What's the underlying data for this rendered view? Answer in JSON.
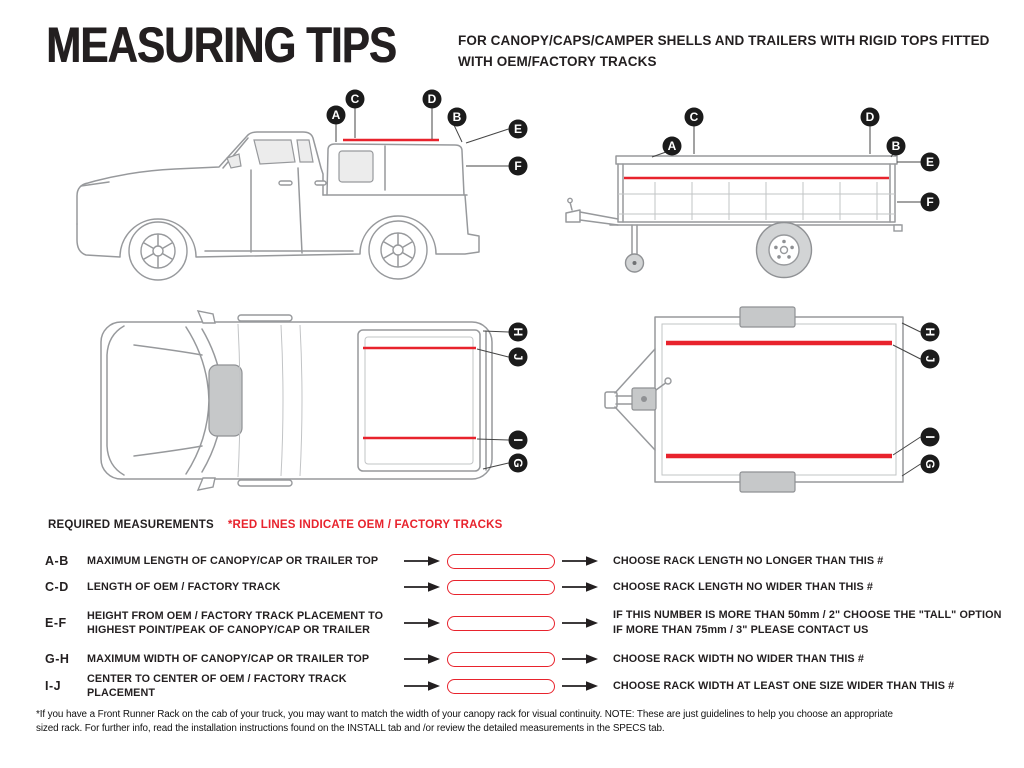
{
  "header": {
    "title": "MEASURING TIPS",
    "subtitle": "FOR CANOPY/CAPS/CAMPER SHELLS AND TRAILERS WITH RIGID TOPS FITTED\nWITH OEM/FACTORY TRACKS"
  },
  "colors": {
    "accent_red": "#e8232d",
    "drawing_gray": "#97999c",
    "text_black": "#231f20"
  },
  "markers": {
    "a": "A",
    "b": "B",
    "c": "C",
    "d": "D",
    "e": "E",
    "f": "F",
    "g": "G",
    "h": "H",
    "i": "I",
    "j": "J"
  },
  "measurements": {
    "heading": "REQUIRED MEASUREMENTS",
    "legend": "*RED LINES INDICATE OEM / FACTORY TRACKS",
    "rows": [
      {
        "key": "A-B",
        "description": "MAXIMUM  LENGTH OF CANOPY/CAP OR TRAILER TOP",
        "result": "CHOOSE RACK LENGTH NO LONGER THAN THIS #"
      },
      {
        "key": "C-D",
        "description": "LENGTH OF OEM / FACTORY TRACK",
        "result": "CHOOSE RACK LENGTH NO WIDER THAN THIS #"
      },
      {
        "key": "E-F",
        "description": "HEIGHT FROM OEM / FACTORY TRACK PLACEMENT TO\nHIGHEST POINT/PEAK OF CANOPY/CAP OR TRAILER",
        "result": "IF THIS NUMBER IS MORE THAN 50mm / 2\" CHOOSE THE \"TALL\" OPTION\nIF MORE THAN 75mm / 3\" PLEASE CONTACT US"
      },
      {
        "key": "G-H",
        "description": "MAXIMUM  WIDTH OF CANOPY/CAP OR TRAILER TOP",
        "result": "CHOOSE RACK WIDTH NO WIDER THAN THIS #"
      },
      {
        "key": "I-J",
        "description": "CENTER TO CENTER OF OEM / FACTORY TRACK PLACEMENT",
        "result": "CHOOSE RACK WIDTH AT LEAST ONE SIZE WIDER THAN THIS #"
      }
    ]
  },
  "footer": {
    "note": "*If you have a Front Runner Rack on the cab of your truck, you may want to match the width of your canopy rack for visual continuity. NOTE: These are just guidelines to help you choose an appropriate\nsized rack. For further info, read the installation instructions found on the INSTALL tab and /or review the detailed measurements in the SPECS tab."
  }
}
